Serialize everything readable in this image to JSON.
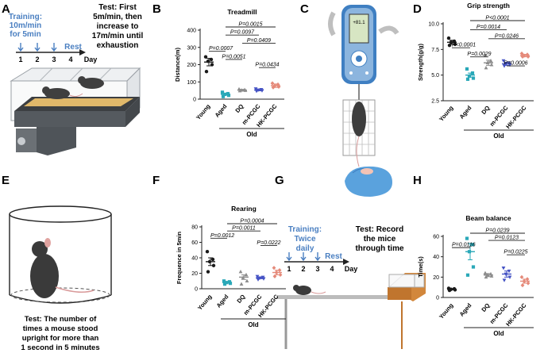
{
  "panels": {
    "A": {
      "letter": "A",
      "training": [
        "Training:",
        "10m/min",
        "for 5min"
      ],
      "rest": "Rest",
      "day_ticks": [
        "1",
        "2",
        "3",
        "4"
      ],
      "day_label": "Day",
      "test": [
        "Test: First",
        "5m/min, then",
        "increase to",
        "17m/min until",
        "exhaustion"
      ]
    },
    "C": {
      "letter": "C",
      "meter_reading": "+81.1"
    },
    "E": {
      "letter": "E",
      "caption": [
        "Test: The number of",
        "times a mouse stood",
        "upright for more than",
        "1 second in 5 minutes"
      ]
    },
    "G": {
      "letter": "G",
      "training": [
        "Training:",
        "Twice",
        "daily"
      ],
      "rest": "Rest",
      "day_ticks": [
        "1",
        "2",
        "3",
        "4"
      ],
      "day_label": "Day",
      "test": [
        "Test: Record",
        "the mice",
        "through time"
      ]
    }
  },
  "colors": {
    "Young": "#1a1a1a",
    "Aged": "#2aa8b8",
    "DQ": "#8c8c8c",
    "m-PCGC": "#4452c4",
    "HK-PCGC": "#e58a7a",
    "accent": "#4a7fc1"
  },
  "group_label": "Old",
  "chart_data": [
    {
      "panel": "B",
      "type": "scatter",
      "title": "Treadmill",
      "ylabel": "Distance(m)",
      "ylim": [
        0,
        400
      ],
      "yticks": [
        0,
        100,
        200,
        300,
        400
      ],
      "categories": [
        "Young",
        "Aged",
        "DQ",
        "m-PCGC",
        "HK-PCGC"
      ],
      "means": [
        215,
        28,
        52,
        53,
        78
      ],
      "errors": [
        22,
        5,
        5,
        5,
        10
      ],
      "points": [
        [
          245,
          230,
          220,
          200,
          160
        ],
        [
          40,
          32,
          28,
          22,
          15
        ],
        [
          58,
          54,
          52,
          50,
          48
        ],
        [
          60,
          56,
          53,
          50,
          47
        ],
        [
          92,
          85,
          78,
          72,
          68
        ]
      ],
      "comparisons": [
        {
          "a": "Young",
          "b": "Aged",
          "label": "P=0.0007"
        },
        {
          "a": "Aged",
          "b": "DQ",
          "label": "P=0.0051"
        },
        {
          "a": "Aged",
          "b": "m-PCGC",
          "label": "P=0.0097"
        },
        {
          "a": "Aged",
          "b": "HK-PCGC",
          "label": "P=0.0015"
        },
        {
          "a": "DQ",
          "b": "HK-PCGC",
          "label": "P=0.0409"
        },
        {
          "a": "m-PCGC",
          "b": "HK-PCGC",
          "label": "P=0.0434"
        }
      ]
    },
    {
      "panel": "D",
      "type": "scatter",
      "title": "Grip strength",
      "ylabel": "Strength(g/g)",
      "ylim": [
        2.5,
        10
      ],
      "yticks": [
        2.5,
        5.0,
        7.5,
        10.0
      ],
      "categories": [
        "Young",
        "Aged",
        "DQ",
        "m-PCGC",
        "HK-PCGC"
      ],
      "means": [
        8.2,
        5.0,
        6.2,
        6.1,
        6.9
      ],
      "errors": [
        0.2,
        0.2,
        0.25,
        0.15,
        0.12
      ],
      "points": [
        [
          8.6,
          8.3,
          8.2,
          8.0,
          7.9
        ],
        [
          5.6,
          5.2,
          4.9,
          4.7,
          4.6
        ],
        [
          6.9,
          6.4,
          6.2,
          6.0,
          5.7
        ],
        [
          6.4,
          6.2,
          6.1,
          6.0,
          5.9
        ],
        [
          7.1,
          7.0,
          6.9,
          6.8,
          6.8
        ]
      ],
      "comparisons": [
        {
          "a": "Young",
          "b": "Aged",
          "label": "P<0.0001"
        },
        {
          "a": "Aged",
          "b": "DQ",
          "label": "P=0.0029"
        },
        {
          "a": "Aged",
          "b": "m-PCGC",
          "label": "P=0.0014"
        },
        {
          "a": "Aged",
          "b": "HK-PCGC",
          "label": "P<0.0001"
        },
        {
          "a": "DQ",
          "b": "HK-PCGC",
          "label": "P=0.0246"
        },
        {
          "a": "m-PCGC",
          "b": "HK-PCGC",
          "label": "P=0.0006"
        }
      ]
    },
    {
      "panel": "F",
      "type": "scatter",
      "title": "Rearing",
      "ylabel": "Frequence in 5min",
      "ylim": [
        0,
        80
      ],
      "yticks": [
        0,
        20,
        40,
        60,
        80
      ],
      "categories": [
        "Young",
        "Aged",
        "DQ",
        "m-PCGC",
        "HK-PCGC"
      ],
      "means": [
        35,
        8,
        15,
        14,
        21
      ],
      "errors": [
        5,
        1,
        3,
        1,
        3
      ],
      "points": [
        [
          48,
          38,
          35,
          30,
          22
        ],
        [
          10,
          9,
          8,
          7,
          6
        ],
        [
          22,
          18,
          14,
          10,
          6
        ],
        [
          16,
          15,
          14,
          13,
          12
        ],
        [
          27,
          24,
          21,
          18,
          16
        ]
      ],
      "comparisons": [
        {
          "a": "Young",
          "b": "Aged",
          "label": "P=0.0012"
        },
        {
          "a": "Aged",
          "b": "m-PCGC",
          "label": "P=0.0011"
        },
        {
          "a": "Aged",
          "b": "HK-PCGC",
          "label": "P=0.0004"
        },
        {
          "a": "m-PCGC",
          "b": "HK-PCGC",
          "label": "P=0.0222"
        }
      ]
    },
    {
      "panel": "H",
      "type": "scatter",
      "title": "Beam balance",
      "ylabel": "Time(s)",
      "ylim": [
        0,
        60
      ],
      "yticks": [
        0,
        20,
        40,
        60
      ],
      "categories": [
        "Young",
        "Aged",
        "DQ",
        "m-PCGC",
        "HK-PCGC"
      ],
      "means": [
        8,
        45,
        22,
        23,
        16
      ],
      "errors": [
        0.5,
        8,
        1.5,
        3,
        2
      ],
      "points": [
        [
          9,
          8.5,
          8,
          7.5,
          7
        ],
        [
          58,
          52,
          45,
          30,
          22
        ],
        [
          24,
          23,
          22,
          21,
          20
        ],
        [
          29,
          26,
          23,
          20,
          17
        ],
        [
          20,
          18,
          16,
          14,
          12
        ]
      ],
      "comparisons": [
        {
          "a": "Young",
          "b": "Aged",
          "label": "P=0.0116"
        },
        {
          "a": "Aged",
          "b": "HK-PCGC",
          "label": "P=0.0239"
        },
        {
          "a": "DQ",
          "b": "HK-PCGC",
          "label": "P=0.0123"
        },
        {
          "a": "m-PCGC",
          "b": "HK-PCGC",
          "label": "P=0.0225"
        }
      ]
    }
  ]
}
